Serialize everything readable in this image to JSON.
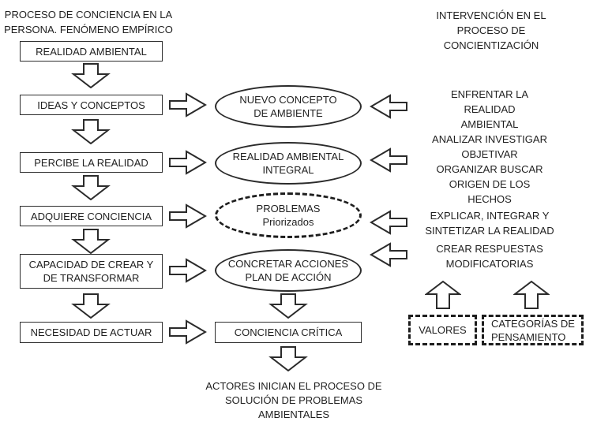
{
  "left": {
    "title": "PROCESO DE CONCIENCIA EN LA\nPERSONA. FENÓMENO EMPÍRICO",
    "boxes": [
      {
        "label": "REALIDAD AMBIENTAL"
      },
      {
        "label": "IDEAS Y CONCEPTOS"
      },
      {
        "label": "PERCIBE LA REALIDAD"
      },
      {
        "label": "ADQUIERE CONCIENCIA"
      },
      {
        "label": "CAPACIDAD DE CREAR Y\nDE TRANSFORMAR"
      },
      {
        "label": "NECESIDAD DE ACTUAR"
      }
    ]
  },
  "center": {
    "ellipses": [
      {
        "label": "NUEVO CONCEPTO\nDE AMBIENTE"
      },
      {
        "label": "REALIDAD AMBIENTAL\nINTEGRAL"
      },
      {
        "label": "PROBLEMAS\nPriorizados"
      },
      {
        "label": "CONCRETAR ACCIONES\nPLAN DE ACCIÓN"
      }
    ],
    "critical_box": "CONCIENCIA CRÍTICA",
    "outcome": "ACTORES INICIAN EL PROCESO DE\nSOLUCIÓN DE PROBLEMAS\nAMBIENTALES"
  },
  "right": {
    "title": "INTERVENCIÓN EN EL\nPROCESO DE\nCONCIENTIZACIÓN",
    "notes": [
      "ENFRENTAR LA\nREALIDAD\nAMBIENTAL",
      "ANALIZAR INVESTIGAR\nOBJETIVAR\nORGANIZAR BUSCAR\nORIGEN DE LOS\nHECHOS",
      "EXPLICAR, INTEGRAR Y\nSINTETIZAR LA REALIDAD",
      "CREAR RESPUESTAS\nMODIFICATORIAS"
    ],
    "dashed_boxes": [
      {
        "label": "VALORES"
      },
      {
        "label": "CATEGORÍAS DE\nPENSAMIENTO"
      }
    ]
  },
  "colors": {
    "ink": "#1f1f1f",
    "stroke": "#2b2b2b",
    "background": "#ffffff"
  }
}
